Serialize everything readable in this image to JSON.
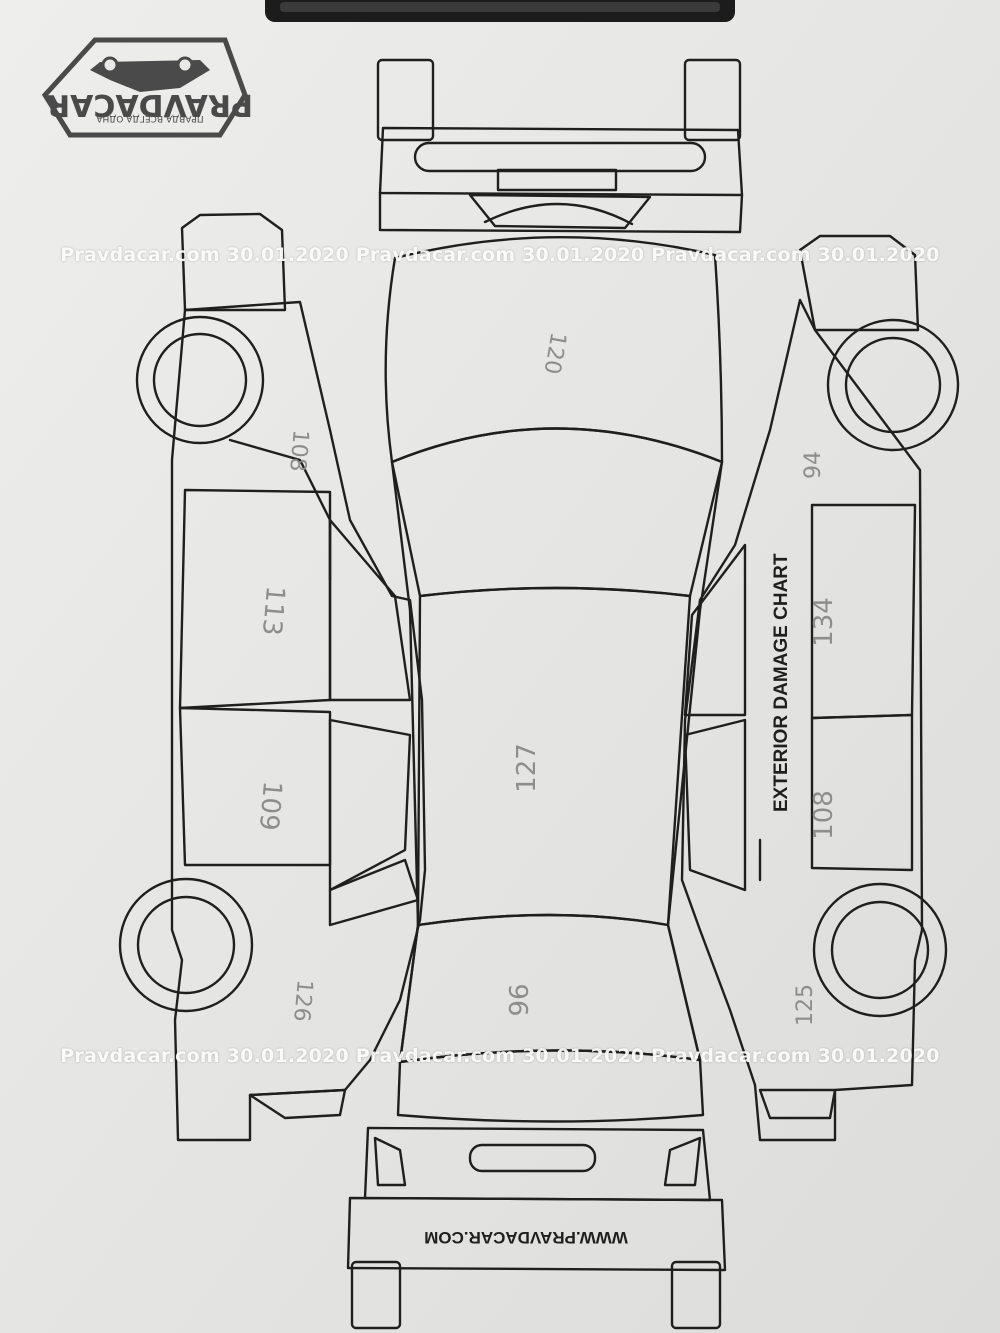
{
  "logo": {
    "name": "PRAVDACAR",
    "tagline": "ПРАВДА ВСЕГДА ОДНА"
  },
  "chart_title": "EXTERIOR DAMAGE CHART",
  "website": "WWW.PRAVDACAR.COM",
  "watermark": {
    "top": "Pravdacar.com 30.01.2020 Pravdacar.com 30.01.2020 Pravdacar.com 30.01.2020",
    "bottom": "Pravdacar.com 30.01.2020 Pravdacar.com 30.01.2020 Pravdacar.com 30.01.2020"
  },
  "readings": {
    "hood": "120",
    "roof": "127",
    "trunk": "96",
    "left_front_fender": "108",
    "left_front_door": "113",
    "left_rear_door": "109",
    "left_rear_fender": "126",
    "right_front_fender": "94",
    "right_front_door": "134",
    "right_rear_door": "108",
    "right_rear_fender": "125"
  },
  "colors": {
    "paper": "#e9e9e7",
    "ink": "#1f1f1f",
    "pencil": "#8d8d8d",
    "logo": "#4a4a4a"
  }
}
